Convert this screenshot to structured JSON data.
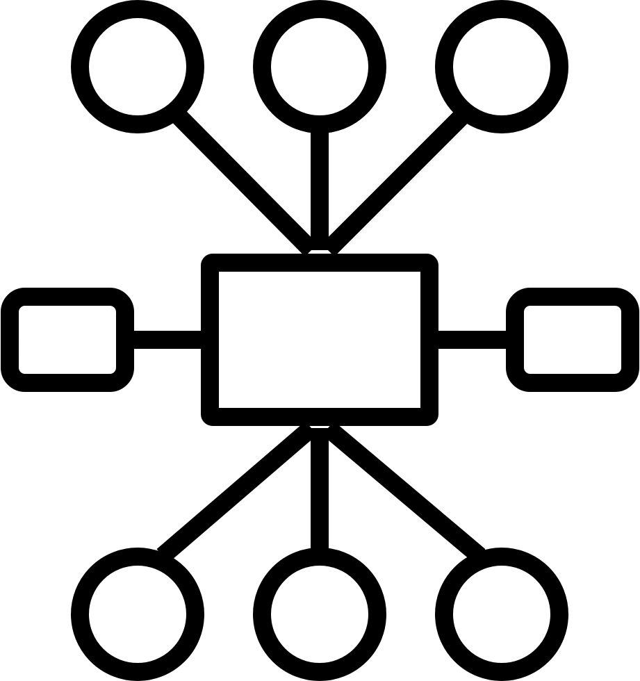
{
  "diagram": {
    "icon": "network-hub-icon",
    "stroke_color": "#000000",
    "background_color": "#ffffff",
    "center_node": {
      "shape": "rectangle"
    },
    "side_nodes": [
      {
        "id": "left-node",
        "shape": "rounded-rectangle"
      },
      {
        "id": "right-node",
        "shape": "rounded-rectangle"
      }
    ],
    "top_nodes": [
      {
        "id": "top-left-node",
        "shape": "circle"
      },
      {
        "id": "top-center-node",
        "shape": "circle"
      },
      {
        "id": "top-right-node",
        "shape": "circle"
      }
    ],
    "bottom_nodes": [
      {
        "id": "bottom-left-node",
        "shape": "circle"
      },
      {
        "id": "bottom-center-node",
        "shape": "circle"
      },
      {
        "id": "bottom-right-node",
        "shape": "circle"
      }
    ]
  }
}
